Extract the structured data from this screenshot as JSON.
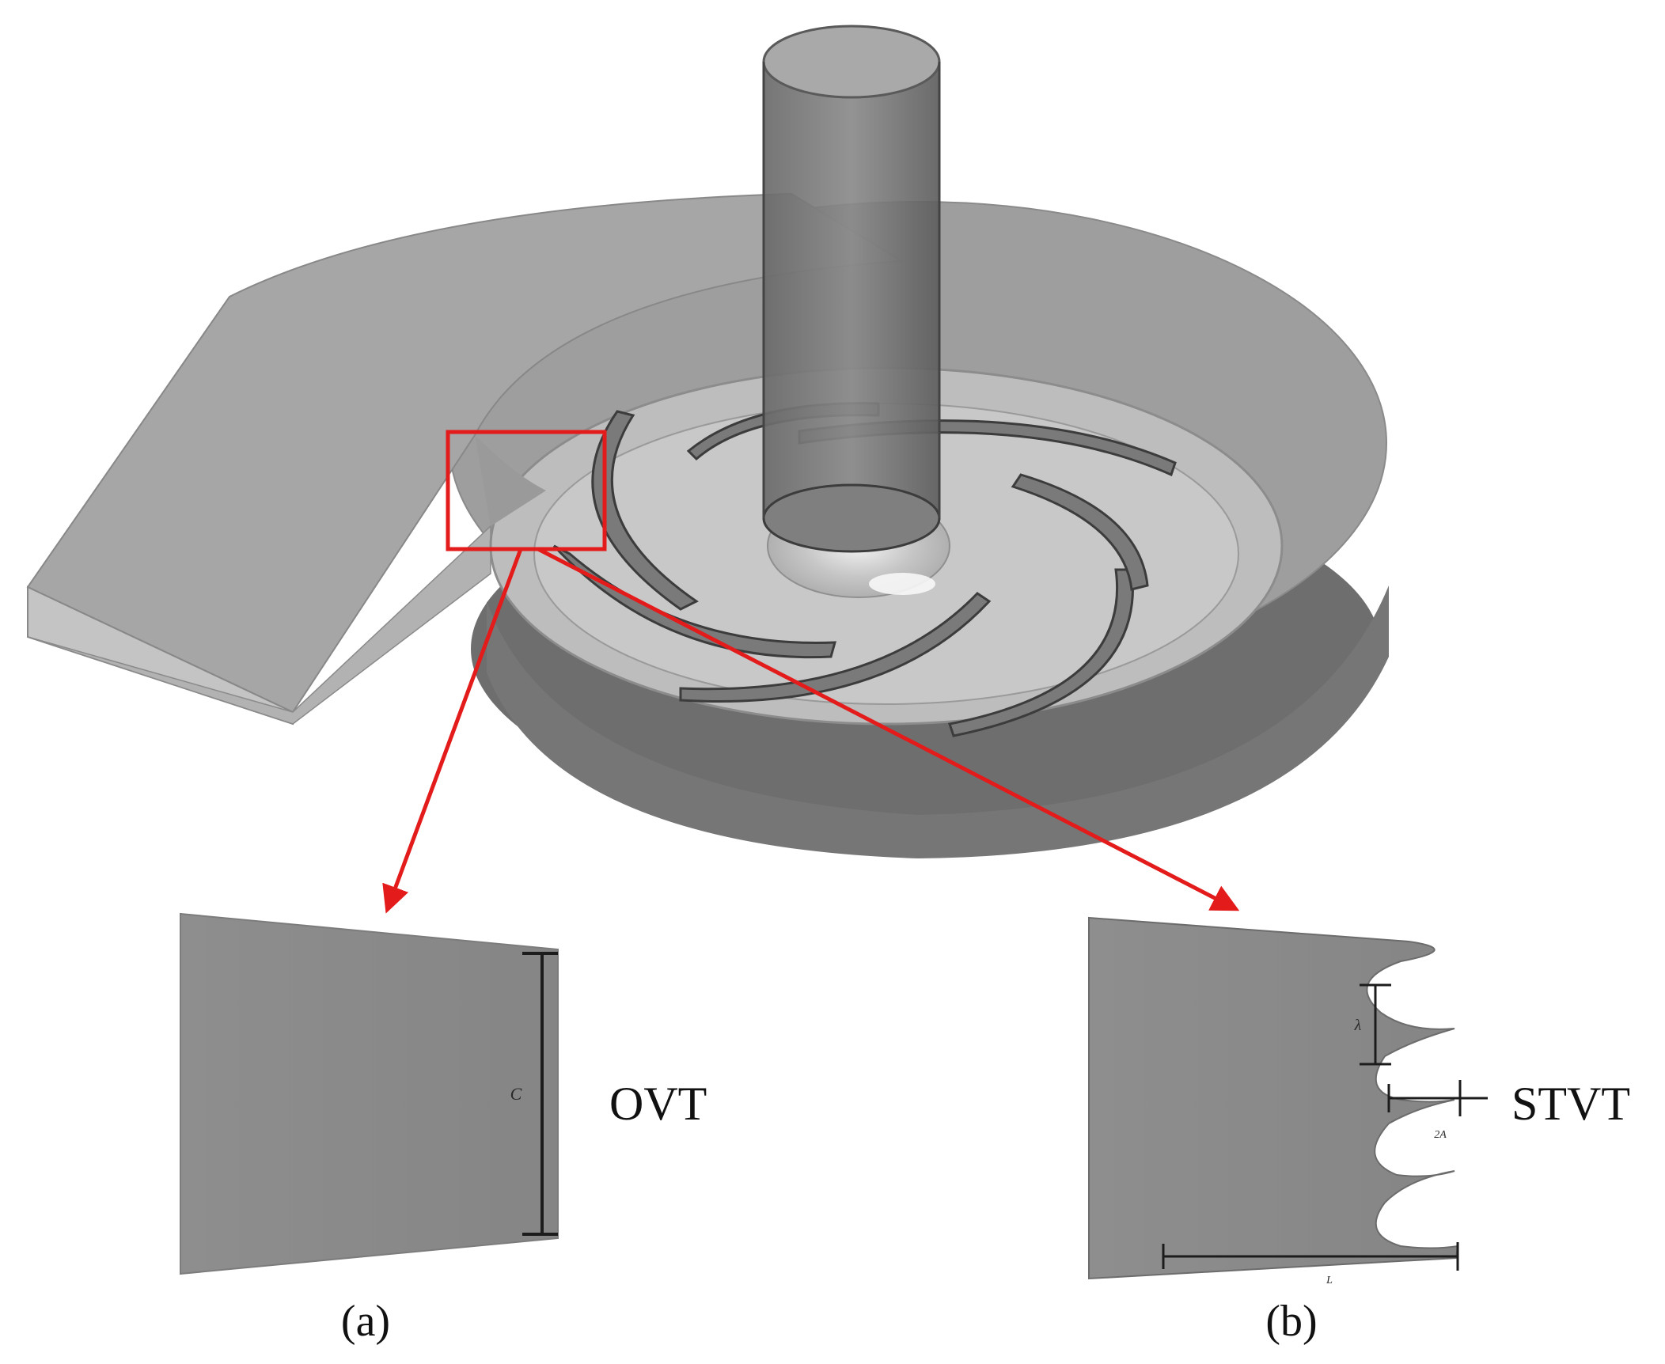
{
  "labels": {
    "ovt": "OVT",
    "stvt": "STVT",
    "a": "(a)",
    "b": "(b)"
  },
  "dimensions": {
    "c": "C",
    "lambda": "λ",
    "two_a": "2A",
    "l": "L"
  },
  "colors": {
    "accent": "#e31b1b",
    "body": "#8c8c8c",
    "body_dark": "#6f6f6f",
    "body_light": "#bdbdbd"
  }
}
